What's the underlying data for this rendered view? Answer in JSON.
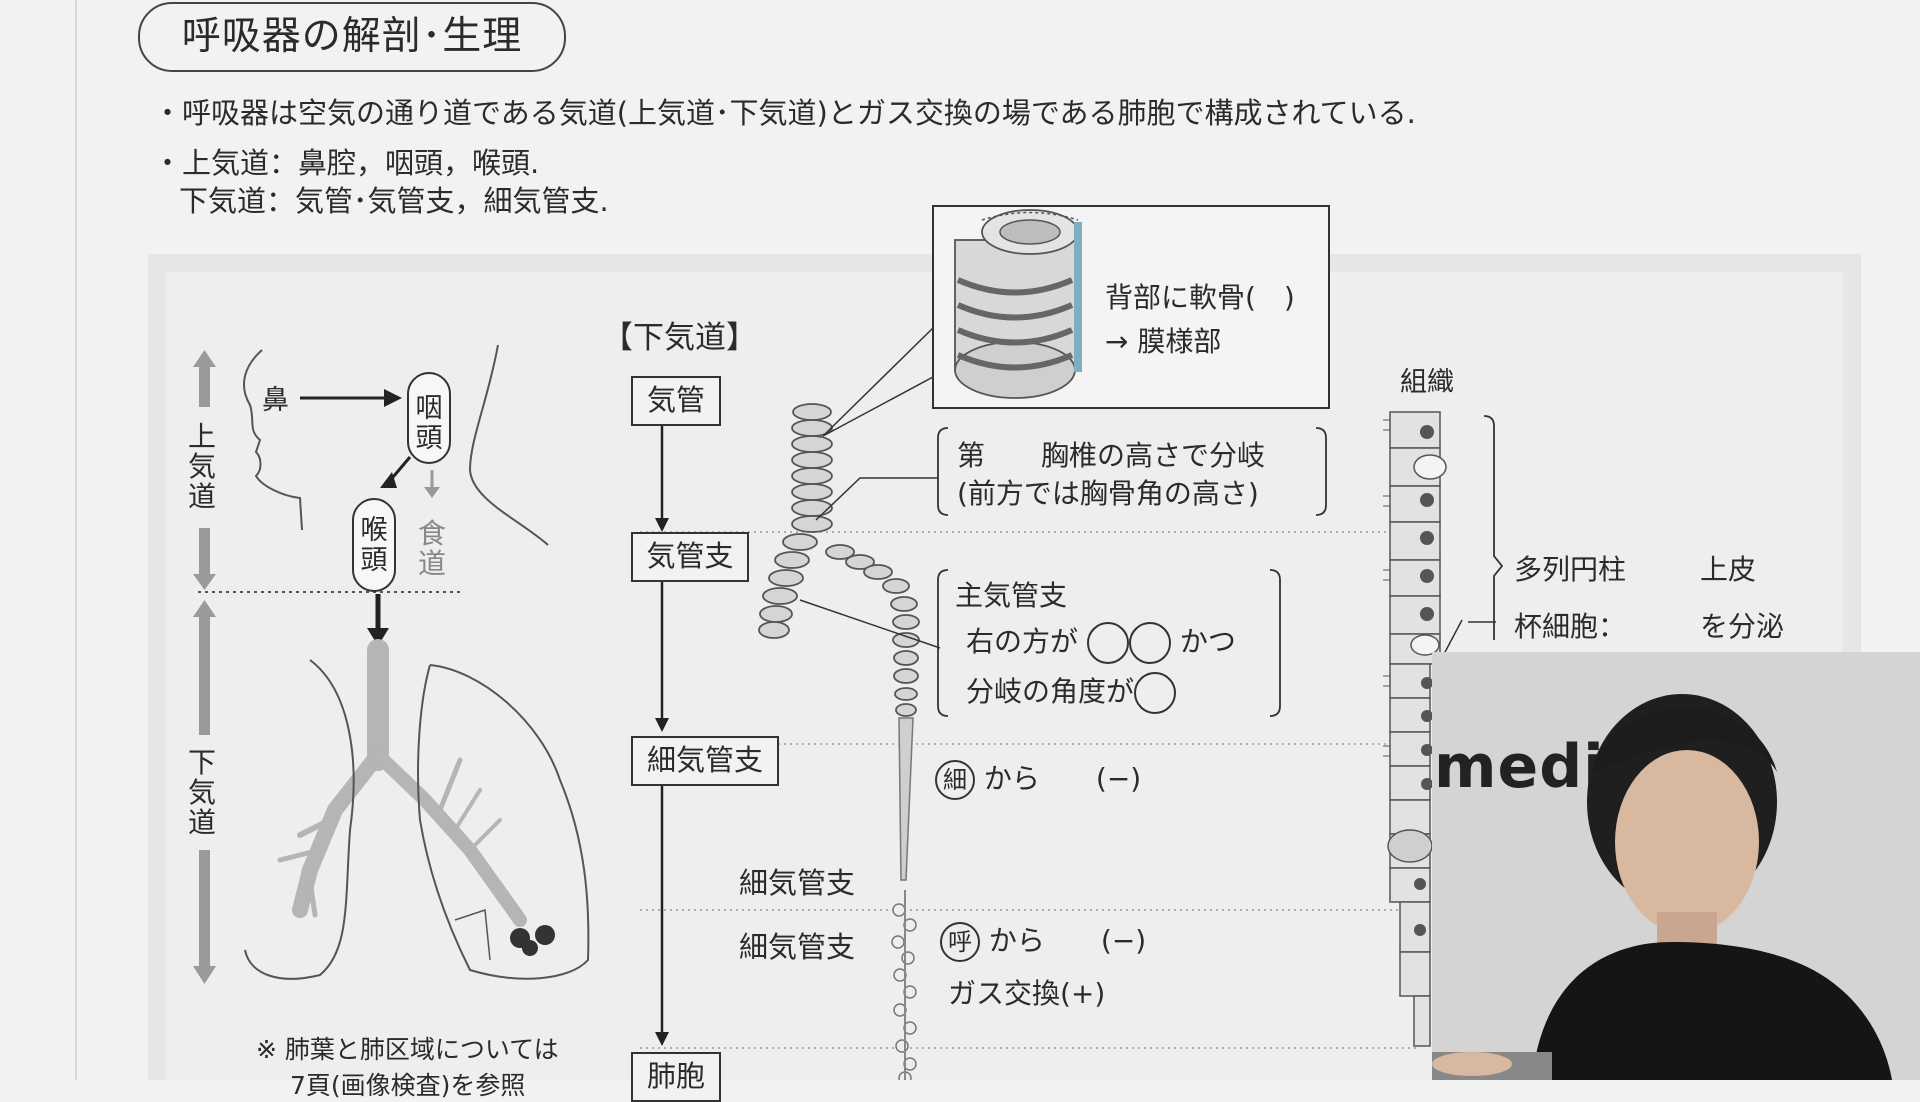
{
  "header": {
    "title": "呼吸器の解剖･生理",
    "bullet1": "・呼吸器は空気の通り道である気道(上気道･下気道)とガス交換の場である肺胞で構成されている.",
    "bullet2a": "・上気道：鼻腔，咽頭，喉頭.",
    "bullet2b": "下気道：気管･気管支，細気管支."
  },
  "left_diagram": {
    "nose": "鼻",
    "pharynx": "咽頭",
    "larynx": "喉頭",
    "esophagus": "食道",
    "upper_airway": "上気道",
    "lower_airway": "下気道",
    "note_line1": "※ 肺葉と肺区域については",
    "note_line2": "7頁(画像検査)を参照"
  },
  "flow": {
    "heading": "【下気道】",
    "trachea": "気管",
    "bronchus": "気管支",
    "bronchiole": "細気管支",
    "terminal_bronchiole": "細気管支",
    "respiratory_bronchiole": "細気管支",
    "alveolus": "肺胞"
  },
  "callouts": {
    "cartilage_line1": "背部に軟骨(　)",
    "cartilage_line2": "→ 膜様部",
    "branch_line1": "第　　胸椎の高さで分岐",
    "branch_line2": "(前方では胸骨角の高さ)",
    "main_bronchus_title": "主気管支",
    "main_bronchus_right": "右の方が",
    "main_bronchus_and": "かつ",
    "main_bronchus_angle": "分岐の角度が",
    "fine_mark": "細",
    "fine_text": "から　　(−)",
    "resp_mark": "呼",
    "resp_text": "から　　(−)",
    "gas_exchange": "ガス交換(+)"
  },
  "tissue": {
    "heading": "組織",
    "epithelium_a": "多列円柱",
    "epithelium_b": "上皮",
    "goblet_a": "杯細胞：",
    "goblet_b": "を分泌"
  },
  "video": {
    "logo": "mediLi"
  }
}
